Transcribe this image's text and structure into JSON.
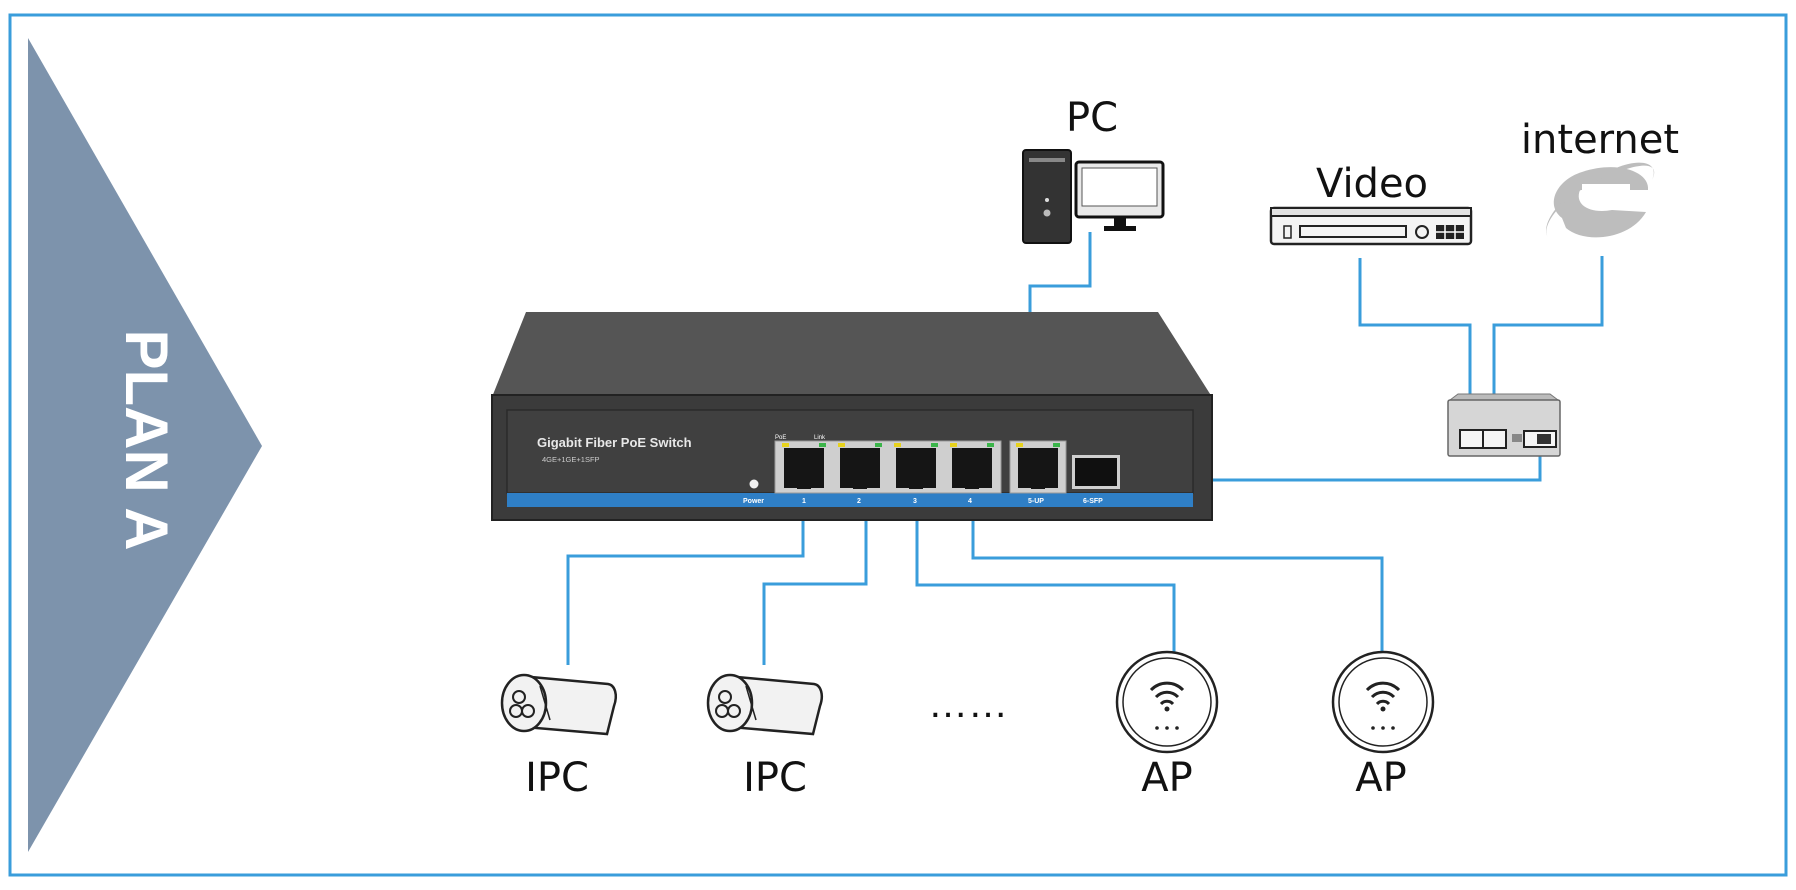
{
  "plan": {
    "label": "PLAN A"
  },
  "switch": {
    "title": "Gigabit Fiber PoE Switch",
    "subtitle": "4GE+1GE+1SFP",
    "power_label": "Power",
    "poe_label": "PoE",
    "link_label": "Link",
    "ports": [
      "1",
      "2",
      "3",
      "4",
      "5-UP",
      "6-SFP"
    ]
  },
  "devices": {
    "pc": "PC",
    "video": "Video",
    "internet": "internet",
    "ipc_1": "IPC",
    "ipc_2": "IPC",
    "ellipsis": "……",
    "ap_1": "AP",
    "ap_2": "AP"
  },
  "colors": {
    "frame": "#3a9ddb",
    "cable": "#3a9ddb",
    "arrow": "#7d93ac",
    "switch_body": "#3c3c3c",
    "switch_stripe": "#2f7fc6"
  }
}
